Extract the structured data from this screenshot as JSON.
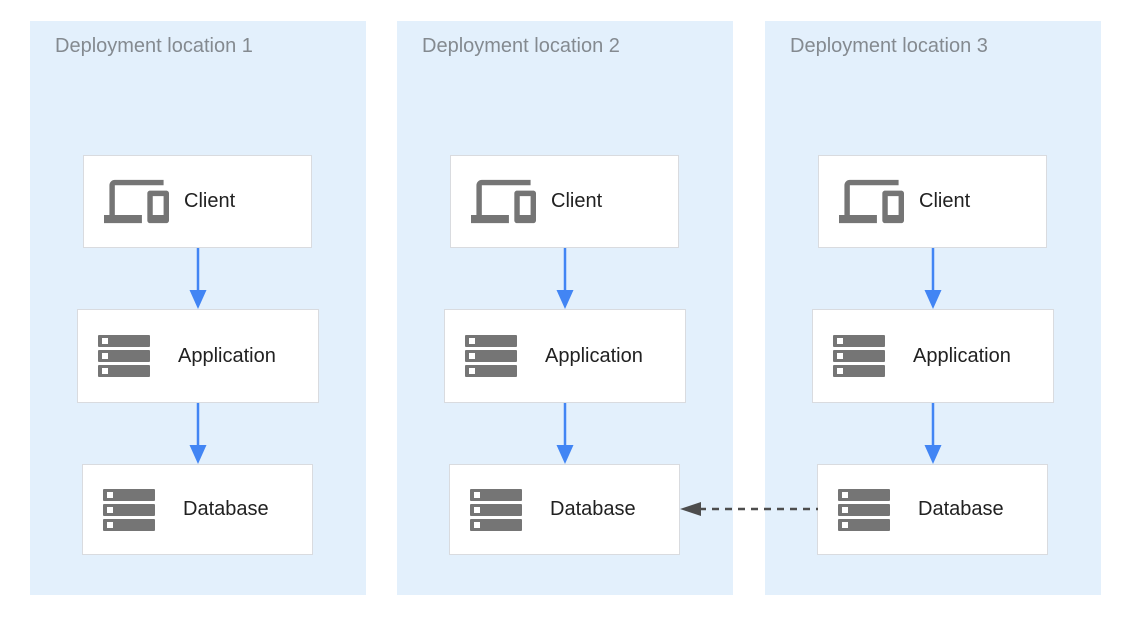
{
  "theme": {
    "panel_background": "#E3F0FC",
    "panel_title_gray": "#848A90",
    "node_border_gray": "#D9DBDF",
    "node_label_color": "#212121",
    "icon_gray": "#757575",
    "flow_arrow_blue": "#4285F4",
    "replication_arrow_gray": "#4D4D4D"
  },
  "panels": [
    {
      "title": "Deployment location 1",
      "nodes": [
        {
          "label": "Client"
        },
        {
          "label": "Application"
        },
        {
          "label": "Database"
        }
      ]
    },
    {
      "title": "Deployment location 2",
      "nodes": [
        {
          "label": "Client"
        },
        {
          "label": "Application"
        },
        {
          "label": "Database"
        }
      ]
    },
    {
      "title": "Deployment location 3",
      "nodes": [
        {
          "label": "Client"
        },
        {
          "label": "Application"
        },
        {
          "label": "Database"
        }
      ]
    }
  ],
  "connections": {
    "vertical_flow": "Client to Application to Database (solid blue arrows, each location)",
    "replication": "Database in Deployment location 3 to Database in Deployment location 2 (dashed gray arrow)"
  }
}
